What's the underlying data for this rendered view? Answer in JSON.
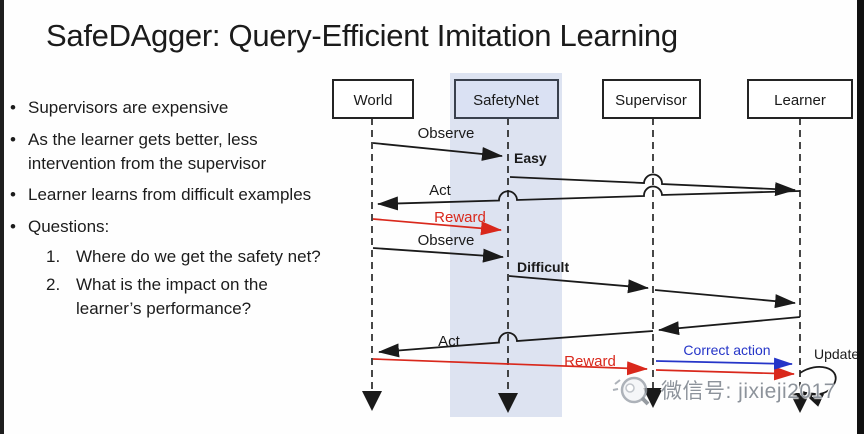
{
  "title": "SafeDAgger: Query-Efficient Imitation Learning",
  "colors": {
    "text": "#1c1c1c",
    "message_red": "#d9281c",
    "message_blue": "#2535c8",
    "safetynet_band": "#dde3f1",
    "watermark_gray": "#8d939b"
  },
  "bullets": {
    "glyph": "•",
    "items": [
      {
        "lines": [
          "Supervisors are expensive"
        ]
      },
      {
        "lines": [
          "As the learner gets better, less",
          "intervention from the supervisor"
        ]
      },
      {
        "lines": [
          "Learner learns from difficult examples"
        ]
      },
      {
        "lines": [
          "Questions:"
        ]
      }
    ],
    "numbered": [
      {
        "num": "1.",
        "lines": [
          "Where do we get the safety net?"
        ]
      },
      {
        "num": "2.",
        "lines": [
          "What is the impact on the",
          "learner’s performance?"
        ]
      }
    ]
  },
  "diagram": {
    "actors": [
      {
        "name": "World"
      },
      {
        "name": "SafetyNet"
      },
      {
        "name": "Supervisor"
      },
      {
        "name": "Learner"
      }
    ],
    "labels": {
      "observe1": "Observe",
      "easy": "Easy",
      "act1": "Act",
      "reward1": "Reward",
      "observe2": "Observe",
      "difficult": "Difficult",
      "act2": "Act",
      "reward2": "Reward",
      "correct_action": "Correct action",
      "update": "Update"
    }
  },
  "watermark": {
    "text": "微信号: jixieji2017"
  }
}
